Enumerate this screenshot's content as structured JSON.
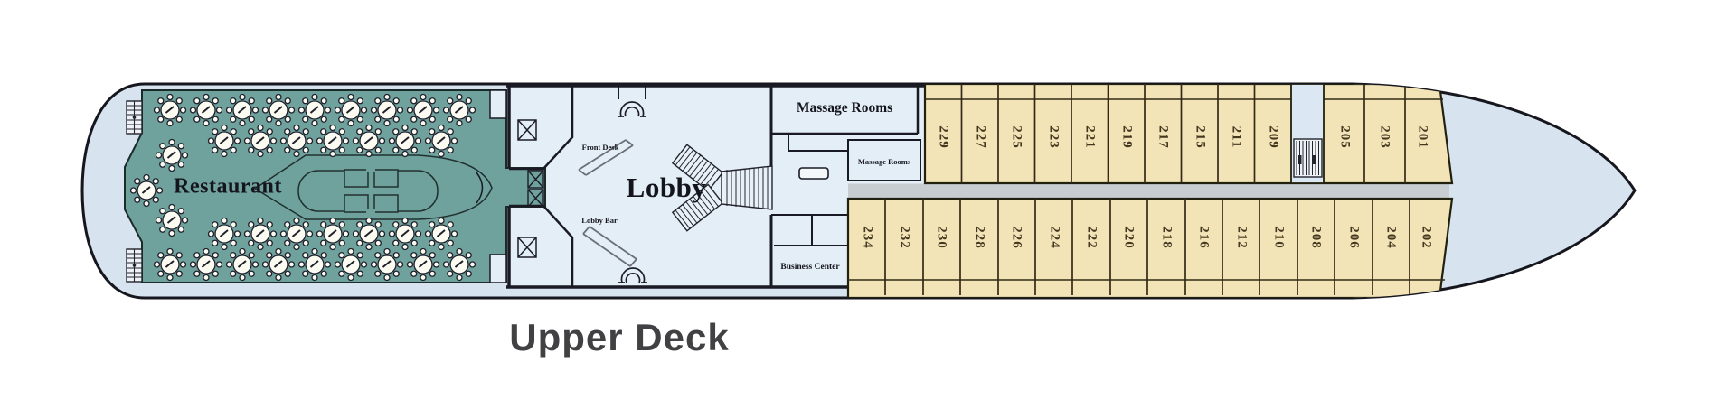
{
  "deck_title": "Upper Deck",
  "labels": {
    "restaurant": "Restaurant",
    "lobby": "Lobby",
    "massage_rooms": "Massage Rooms",
    "massage_rooms_small": "Massage Rooms",
    "business_center": "Business Center",
    "front_desk": "Front Desk",
    "lobby_bar": "Lobby Bar"
  },
  "cabins": {
    "odd": [
      "229",
      "227",
      "225",
      "223",
      "221",
      "219",
      "217",
      "215",
      "211",
      "209",
      "205",
      "203",
      "201"
    ],
    "even": [
      "234",
      "232",
      "230",
      "228",
      "226",
      "224",
      "222",
      "220",
      "218",
      "216",
      "212",
      "210",
      "208",
      "206",
      "204",
      "202"
    ]
  },
  "colors": {
    "restaurant_teal": "#6fa19d",
    "cabin_tan": "#f3e4b8",
    "deck_blue": "#d7e4ef",
    "room_blue": "#e4eef7",
    "corridor_gray": "#c8cdd2",
    "outline_dark": "#16161e",
    "cabin_number_brown": "#44391f",
    "title_gray": "#414143"
  }
}
